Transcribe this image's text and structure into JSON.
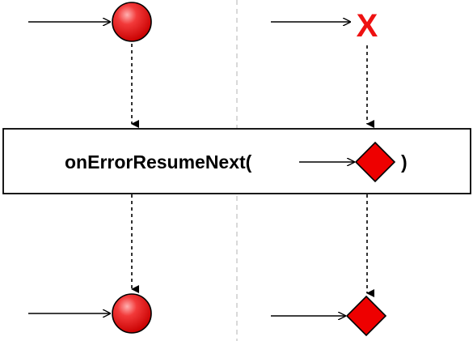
{
  "operator": {
    "label": "onErrorResumeNext(",
    "close_paren": ")"
  },
  "error_marker": {
    "symbol": "X",
    "color": "#ee1111"
  },
  "colors": {
    "marble_fill": "#ee1111",
    "marble_highlight": "#ff9a9a",
    "diamond_fill": "#ee0000",
    "line": "#000000",
    "divider": "#b3b3b3",
    "operator_box_fill": "#ffffff"
  },
  "icons": {
    "input_item": "red-circle-marble",
    "input_error": "red-x-error",
    "fallback_item": "red-diamond-marble",
    "output_item": "red-circle-marble",
    "output_fallback_item": "red-diamond-marble"
  }
}
